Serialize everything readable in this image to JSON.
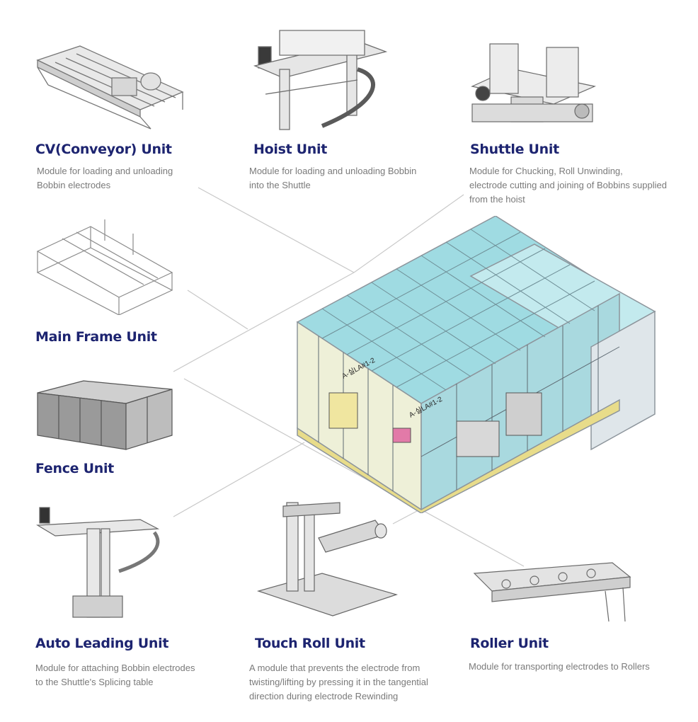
{
  "units": [
    {
      "id": "cv",
      "title": "CV(Conveyor) Unit",
      "desc": "Module for loading and unloading\nBobbin electrodes"
    },
    {
      "id": "hoist",
      "title": "Hoist Unit",
      "desc": "Module for loading and unloading Bobbin\ninto the Shuttle"
    },
    {
      "id": "shuttle",
      "title": "Shuttle Unit",
      "desc": "Module for Chucking, Roll Unwinding,\nelectrode cutting and joining of Bobbins supplied\nfrom the hoist"
    },
    {
      "id": "main-frame",
      "title": "Main Frame Unit",
      "desc": ""
    },
    {
      "id": "fence",
      "title": "Fence Unit",
      "desc": ""
    },
    {
      "id": "auto-leading",
      "title": "Auto Leading Unit",
      "desc": "Module for attaching Bobbin electrodes\nto the Shuttle's Splicing table"
    },
    {
      "id": "touch-roll",
      "title": "Touch Roll Unit",
      "desc": "A module that prevents the electrode from\ntwisting/lifting by pressing it in the tangential\ndirection during electrode Rewinding"
    },
    {
      "id": "roller",
      "title": "Roller Unit",
      "desc": "Module for transporting electrodes to Rollers"
    }
  ],
  "machine_labels": {
    "tag_1": "A-실LA#1-2",
    "tag_2": "A-실LA#1-2"
  },
  "colors": {
    "title": "#1d2470",
    "desc": "#7a7a7a",
    "glass": "#8fd3dc",
    "frame": "#b9bfc5",
    "connector": "#c8c8c8"
  }
}
